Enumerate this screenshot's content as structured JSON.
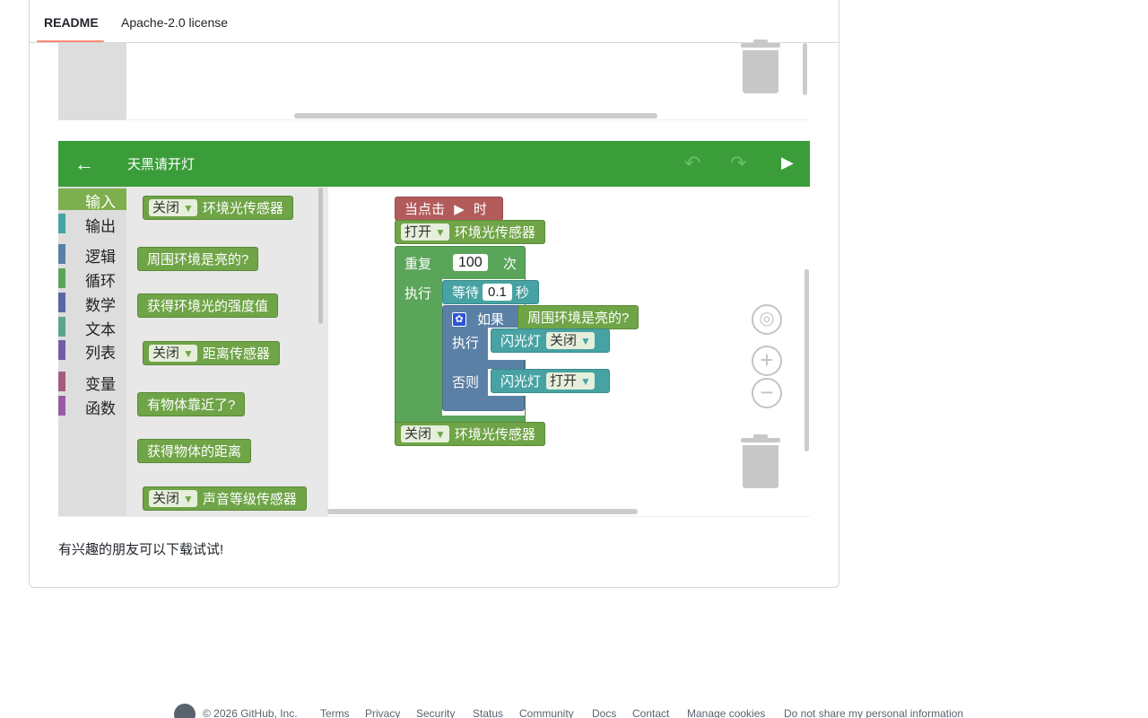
{
  "tabs": [
    {
      "label": "README",
      "active": true
    },
    {
      "label": "Apache-2.0 license",
      "active": false
    }
  ],
  "app": {
    "title": "天黑请开灯",
    "icons": {
      "back": "arrow-left-icon",
      "undo": "undo-icon",
      "redo": "redo-icon",
      "run": "play-icon"
    }
  },
  "categories": [
    {
      "label": "输入",
      "color": "#7daf4f",
      "selected": true
    },
    {
      "label": "输出",
      "color": "#47a3a3"
    },
    {
      "label": "逻辑",
      "color": "#5b80a5"
    },
    {
      "label": "循环",
      "color": "#5ba55b"
    },
    {
      "label": "数学",
      "color": "#5b67a5"
    },
    {
      "label": "文本",
      "color": "#5ba58c"
    },
    {
      "label": "列表",
      "color": "#745ba5"
    },
    {
      "label": "变量",
      "color": "#a55b80"
    },
    {
      "label": "函数",
      "color": "#9a5ba5"
    }
  ],
  "flyout": {
    "b1_dd": "关闭",
    "b1_text": "环境光传感器",
    "b2_text": "周围环境是亮的?",
    "b3_text": "获得环境光的强度值",
    "b4_dd": "关闭",
    "b4_text": "距离传感器",
    "b5_text": "有物体靠近了?",
    "b6_text": "获得物体的距离",
    "b7_dd": "关闭",
    "b7_text": "声音等级传感器"
  },
  "program": {
    "hat_prefix": "当点击",
    "hat_suffix": "时",
    "open_dd": "打开",
    "open_text": "环境光传感器",
    "repeat_label": "重复",
    "repeat_count": "100",
    "repeat_unit": "次",
    "do_label": "执行",
    "wait_label": "等待",
    "wait_value": "0.1",
    "wait_unit": "秒",
    "if_label": "如果",
    "if_cond": "周围环境是亮的?",
    "then_label": "执行",
    "then_block": "闪光灯",
    "then_dd": "关闭",
    "else_label": "否则",
    "else_block": "闪光灯",
    "else_dd": "打开",
    "close_dd": "关闭",
    "close_text": "环境光传感器"
  },
  "caption": "有兴趣的朋友可以下载试试!",
  "footer": {
    "copyright": "© 2026 GitHub, Inc.",
    "links": [
      "Terms",
      "Privacy",
      "Security",
      "Status",
      "Community",
      "Docs",
      "Contact",
      "Manage cookies",
      "Do not share my personal information"
    ]
  }
}
